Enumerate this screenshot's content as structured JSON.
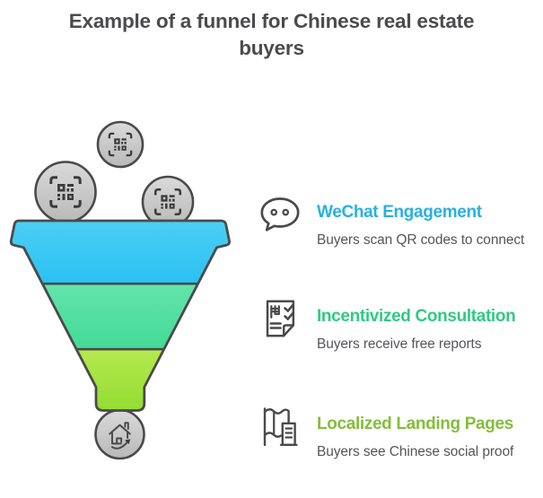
{
  "title": "Example of a funnel for Chinese real estate buyers",
  "palette": {
    "title": "#4b4b4d",
    "body": "#55565a",
    "outline": "#4a4a4a",
    "icon": "#4a4a4a",
    "qr": "#3b3b3b"
  },
  "funnel": {
    "outline_color": "#4a4a4a",
    "bubble_fill_top": "#dadada",
    "bubble_fill_bottom": "#b9b9b9",
    "input_icon": "qr-code",
    "output_icon": "house-growth",
    "stages": [
      {
        "name": "top",
        "color_top": "#4ecff4",
        "color_bottom": "#2bc1f3"
      },
      {
        "name": "middle",
        "color_top": "#63e4ab",
        "color_bottom": "#44da96"
      },
      {
        "name": "bottom",
        "color_top": "#b5e94f",
        "color_bottom": "#92dc31"
      }
    ]
  },
  "items": [
    {
      "icon": "wechat",
      "heading": "WeChat Engagement",
      "heading_color": "#29b0e3",
      "description": "Buyers scan QR codes to connect"
    },
    {
      "icon": "document-check",
      "heading": "Incentivized Consultation",
      "heading_color": "#30c986",
      "description": "Buyers receive free reports"
    },
    {
      "icon": "map-building",
      "heading": "Localized Landing Pages",
      "heading_color": "#85bd3b",
      "description": "Buyers see Chinese social proof"
    }
  ]
}
